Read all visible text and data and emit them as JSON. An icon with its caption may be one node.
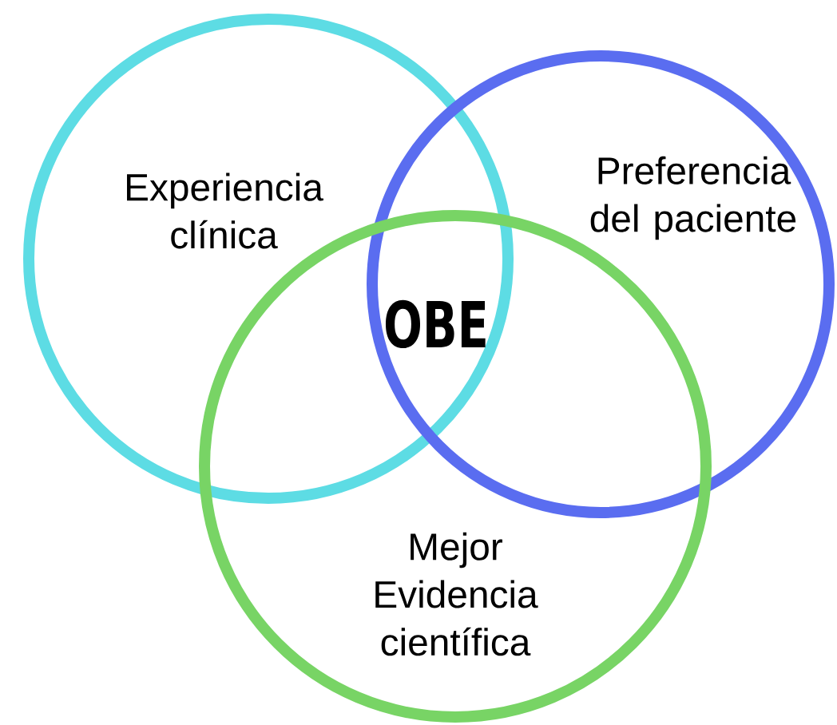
{
  "diagram": {
    "nodes": [
      {
        "text": [
          "Experiencia clínica"
        ]
      },
      {
        "text": [
          "Preferencia del paciente"
        ]
      },
      {
        "text": [
          "Mejor Evidencia científica"
        ]
      }
    ],
    "labels": [
      "OBE"
    ]
  }
}
